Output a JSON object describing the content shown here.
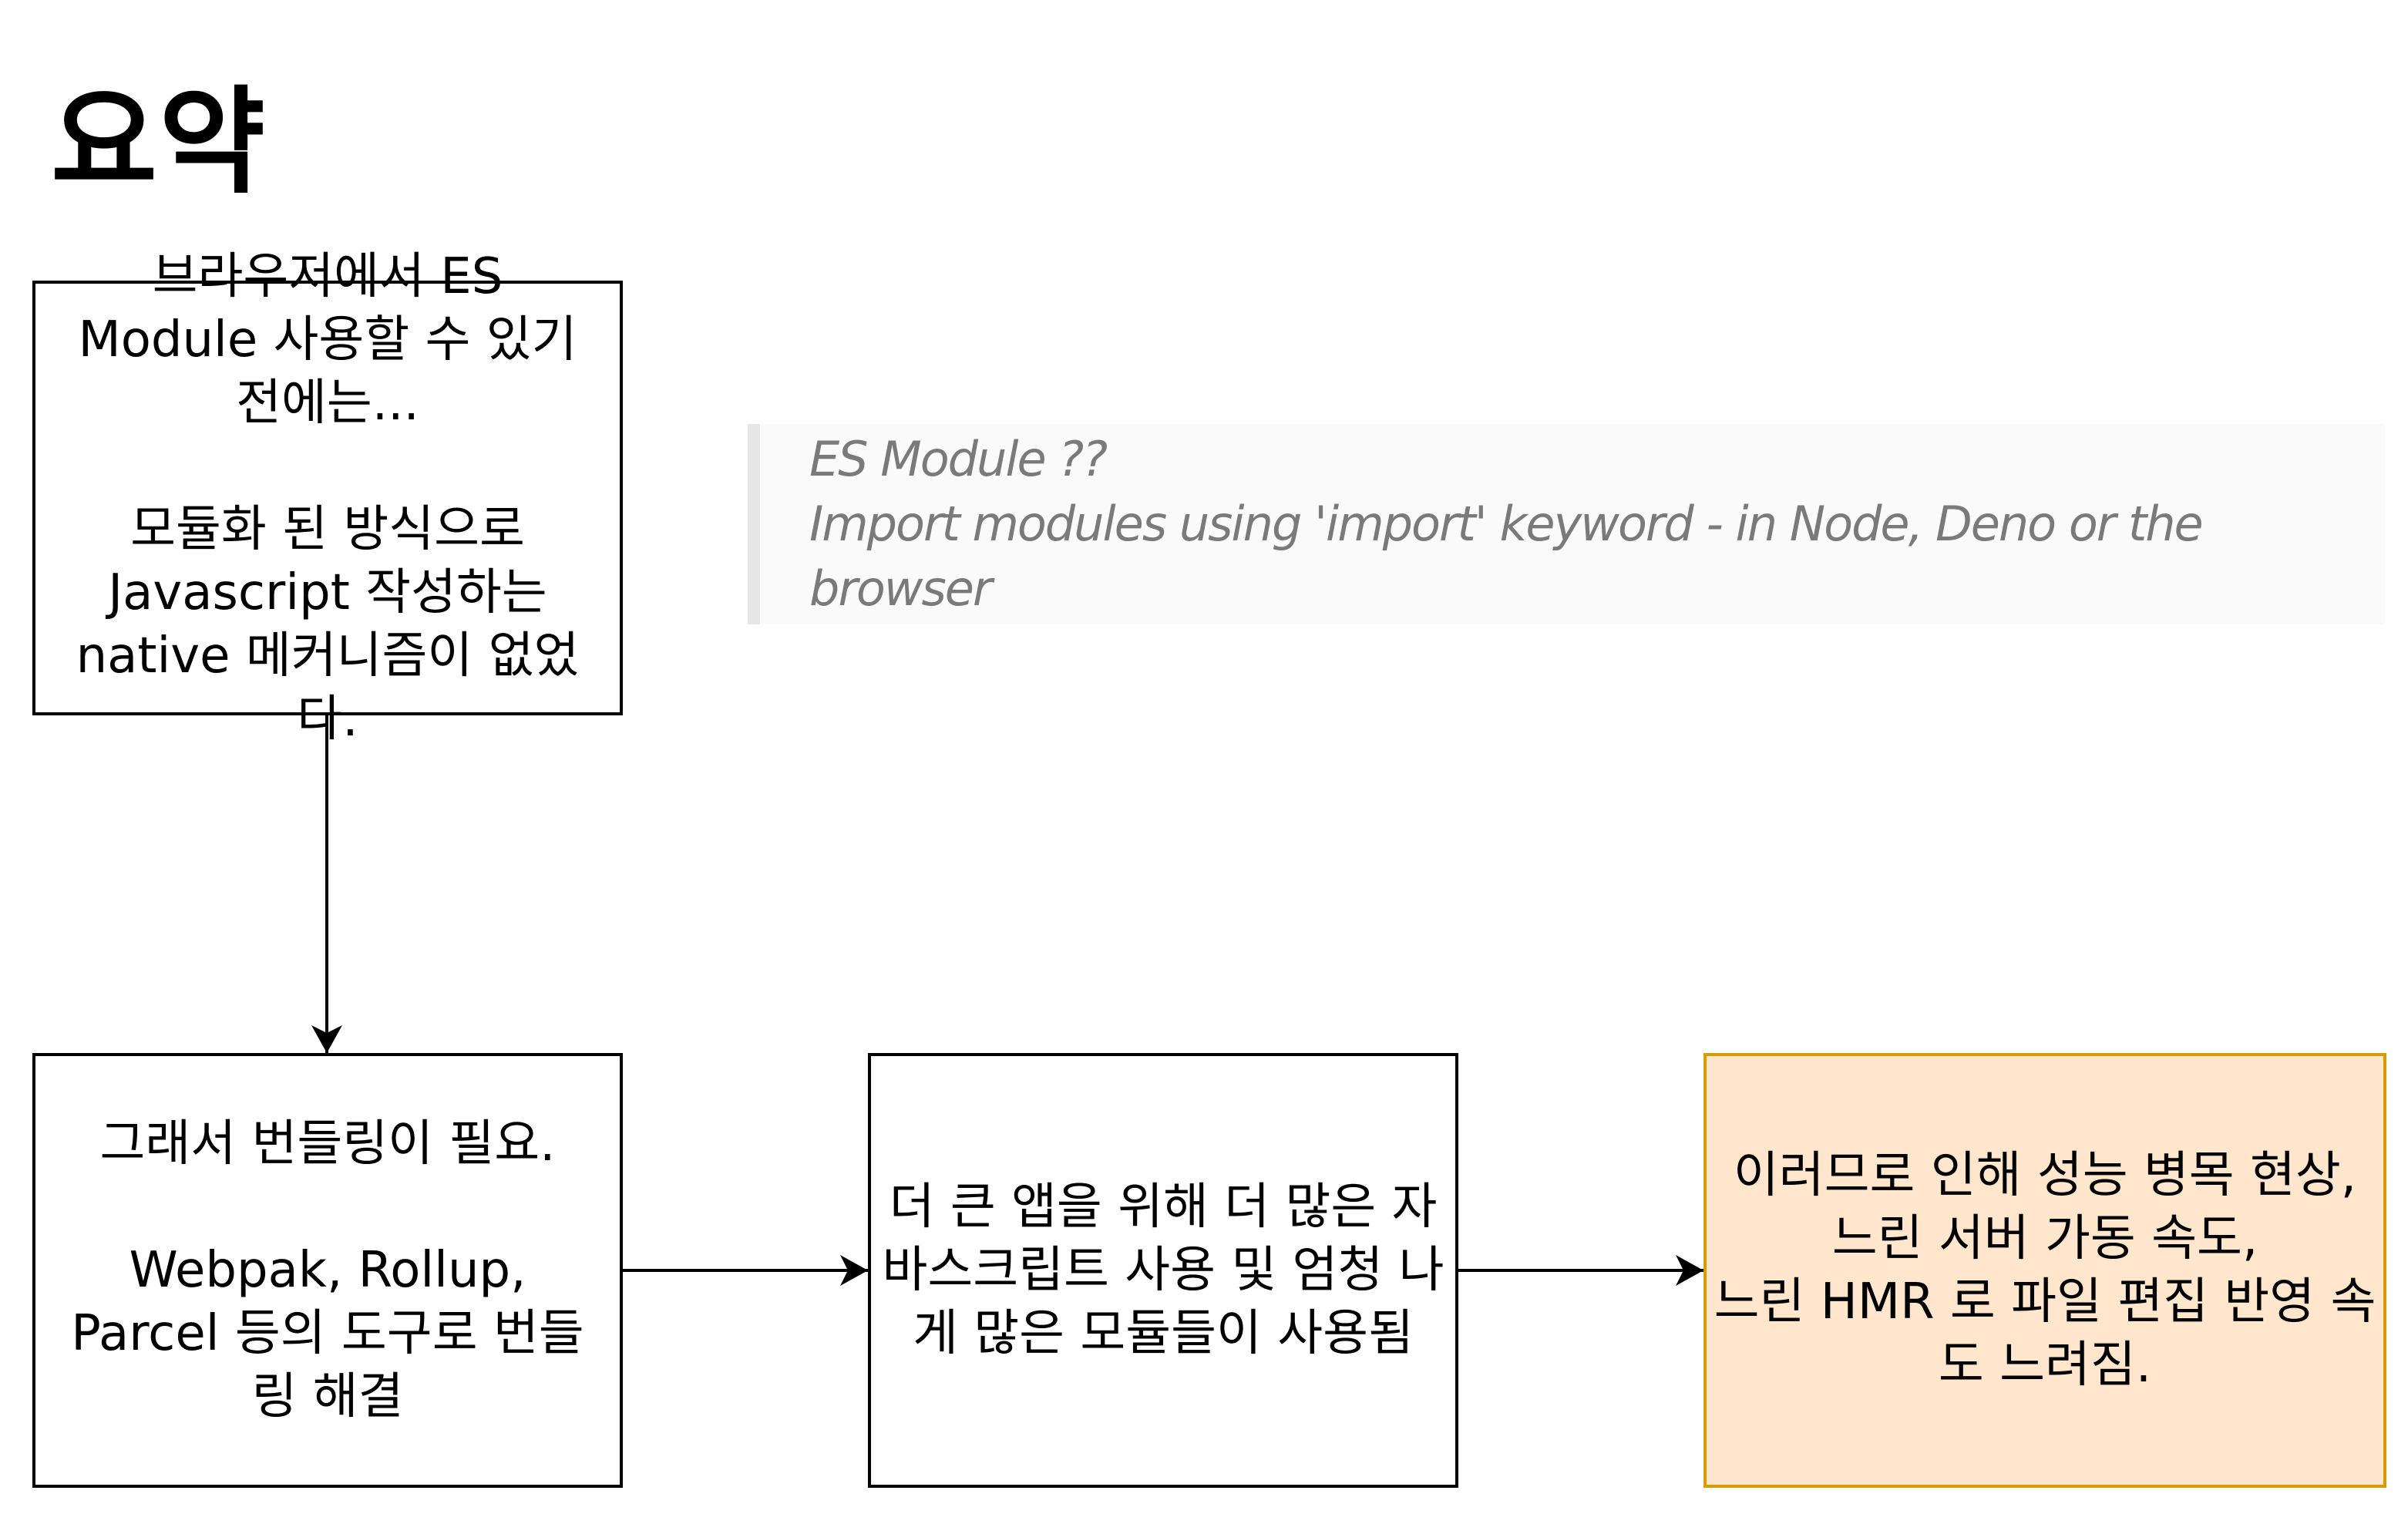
{
  "title": "요약",
  "quote": {
    "lines": [
      "ES Module ??",
      "Import modules using 'import' keyword - in Node, Deno or the",
      "browser"
    ]
  },
  "boxes": {
    "before_es_module": "브라우저에서 ES Module 사용할 수 있기 전에는...\n\n모듈화 된 방식으로 Javascript 작성하는 native 메커니즘이 없었다.",
    "bundling": "그래서 번들링이 필요.\n\nWebpak, Rollup, Parcel 등의 도구로 번들링 해결",
    "more_js": "더 큰 앱을 위해 더 많은 자바스크립트 사용  및 엄청 나게 많은 모듈들이 사용됨",
    "bottleneck": "이러므로 인해 성능 병목 현상,\n느린 서버 가동 속도,\n느린 HMR 로 파일 편집 반영 속도 느려짐."
  },
  "colors": {
    "highlight_fill": "#ffe6cc",
    "highlight_border": "#d79b00",
    "quote_text": "#7a7a7a",
    "quote_bar": "#e6e6e6"
  }
}
